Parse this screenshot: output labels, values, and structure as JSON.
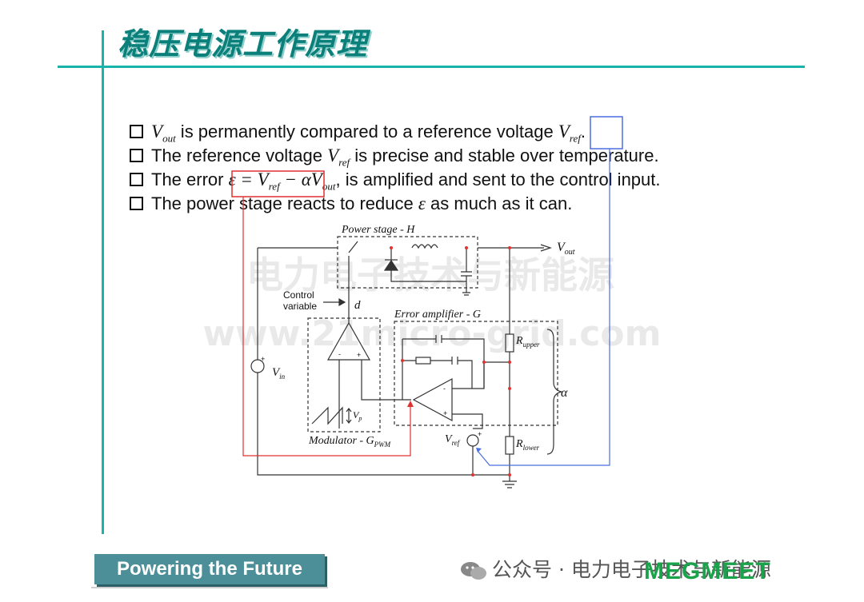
{
  "slide": {
    "title": "稳压电源工作原理"
  },
  "bullets": [
    {
      "pre": "",
      "post": " is permanently compared to a reference voltage ",
      "end": "."
    },
    {
      "pre": "The reference voltage ",
      "post": " is precise and stable over temperature."
    },
    {
      "pre": "The error ",
      "post": ", is amplified and sent to the control input."
    },
    {
      "pre": "The power stage reacts to reduce ",
      "eps": "ε",
      "post": " as much as it can."
    }
  ],
  "math": {
    "vout": "V",
    "vout_sub": "out",
    "vref": "V",
    "vref_sub": "ref",
    "error_eq": "ε = V",
    "error_eq_sub": "ref",
    "error_eq_mid": " − αV",
    "error_eq_sub2": "out"
  },
  "diagram": {
    "power_stage": "Power stage - H",
    "vout": "V",
    "vout_sub": "out",
    "control_variable_1": "Control",
    "control_variable_2": "variable",
    "d": "d",
    "error_amplifier": "Error amplifier - G",
    "r_upper": "R",
    "r_upper_sub": "upper",
    "r_lower": "R",
    "r_lower_sub": "lower",
    "vin": "V",
    "vin_sub": "in",
    "vp": "V",
    "vp_sub": "p",
    "vref": "V",
    "vref_sub": "ref",
    "alpha": "α",
    "modulator": "Modulator - G",
    "modulator_sub": "PWM",
    "plus": "+",
    "minus": "-"
  },
  "watermark": {
    "line1": "电力电子技术与新能源",
    "line2": "www.21micro-grid.com"
  },
  "footer": {
    "tagline": "Powering the Future",
    "brand": "MEGMEET",
    "wechat": "公众号 · 电力电子技术与新能源"
  },
  "colors": {
    "accent": "#18b3a9",
    "highlight_red": "#e03030",
    "highlight_blue": "#4a6fe0"
  }
}
